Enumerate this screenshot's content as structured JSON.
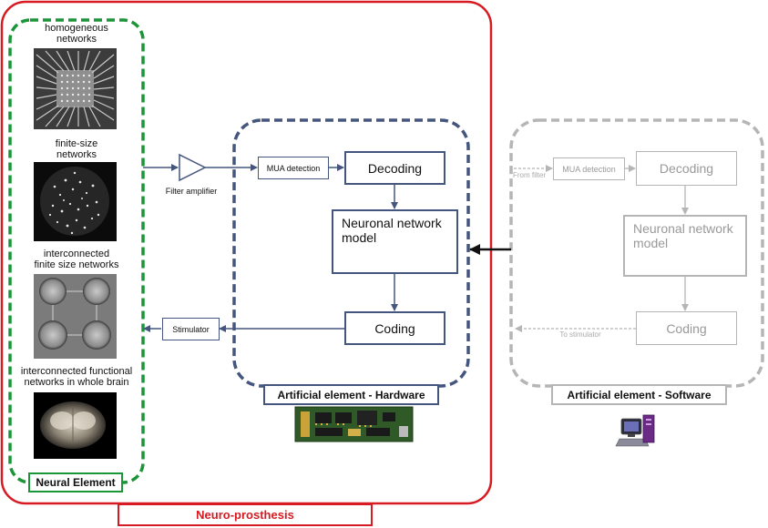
{
  "neural_element": {
    "label": "Neural Element",
    "images": [
      {
        "caption_line1": "homogeneous",
        "caption_line2": "networks"
      },
      {
        "caption_line1": "finite-size",
        "caption_line2": "networks"
      },
      {
        "caption_line1": "interconnected",
        "caption_line2": "finite size networks"
      },
      {
        "caption_line1": "interconnected functional",
        "caption_line2": "networks in whole brain"
      }
    ]
  },
  "neuro_prosthesis": {
    "label": "Neuro-prosthesis"
  },
  "filter_amplifier": {
    "label": "Filter amplifier"
  },
  "stimulator": {
    "label": "Stimulator"
  },
  "hardware": {
    "label": "Artificial element - Hardware",
    "mua_detection": "MUA detection",
    "decoding": "Decoding",
    "model_line1": "Neuronal network",
    "model_line2": "model",
    "coding": "Coding"
  },
  "software": {
    "label": "Artificial element - Software",
    "from_filter": "From filter",
    "to_stimulator": "To stimulator",
    "mua_detection": "MUA detection",
    "decoding": "Decoding",
    "model_line1": "Neuronal network",
    "model_line2": "model",
    "coding": "Coding"
  },
  "colors": {
    "neuro_prosthesis": "#d61b22",
    "neural_element": "#1a9638",
    "hardware": "#44557e",
    "software": "#b5b5b5",
    "software_text": "#999999"
  },
  "icons": [
    "circuit-board-icon",
    "computer-icon",
    "triangle-amplifier-icon",
    "neuron-cluster-icon"
  ]
}
